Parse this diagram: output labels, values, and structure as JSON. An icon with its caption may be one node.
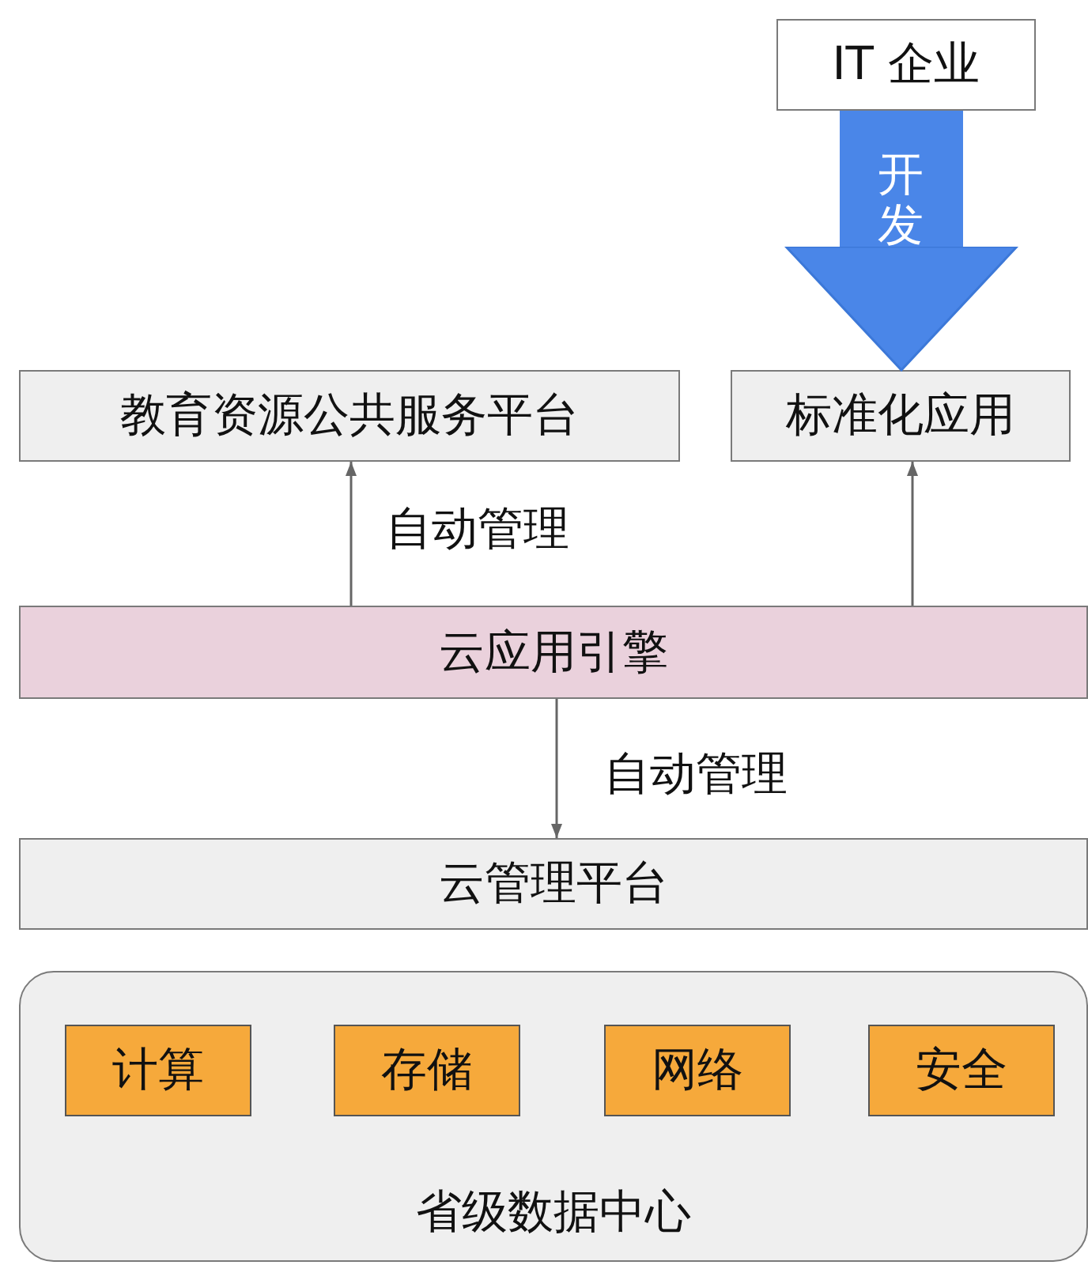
{
  "diagram": {
    "nodes": [
      {
        "text": [
          "IT 企业"
        ]
      },
      {
        "text": [
          "教育资源公共服务平台"
        ]
      },
      {
        "text": [
          "标准化应用"
        ]
      },
      {
        "text": [
          "云应用引擎"
        ]
      },
      {
        "text": [
          "云管理平台"
        ]
      },
      {
        "text": [
          "省级数据中心"
        ]
      },
      {
        "text": [
          "计算"
        ],
        "in": 5
      },
      {
        "text": [
          "存储"
        ],
        "in": 5
      },
      {
        "text": [
          "网络"
        ],
        "in": 5
      },
      {
        "text": [
          "安全"
        ],
        "in": 5
      }
    ],
    "edges": [
      {
        "from": 0,
        "to": 2,
        "arrow": "to",
        "label": "开发",
        "style": "thick",
        "color": "#4a86e8"
      },
      {
        "from": 3,
        "to": 1,
        "arrow": "to",
        "label": "自动管理"
      },
      {
        "from": 3,
        "to": 2,
        "arrow": "to"
      },
      {
        "from": 3,
        "to": 4,
        "arrow": "to",
        "label": "自动管理"
      }
    ]
  }
}
